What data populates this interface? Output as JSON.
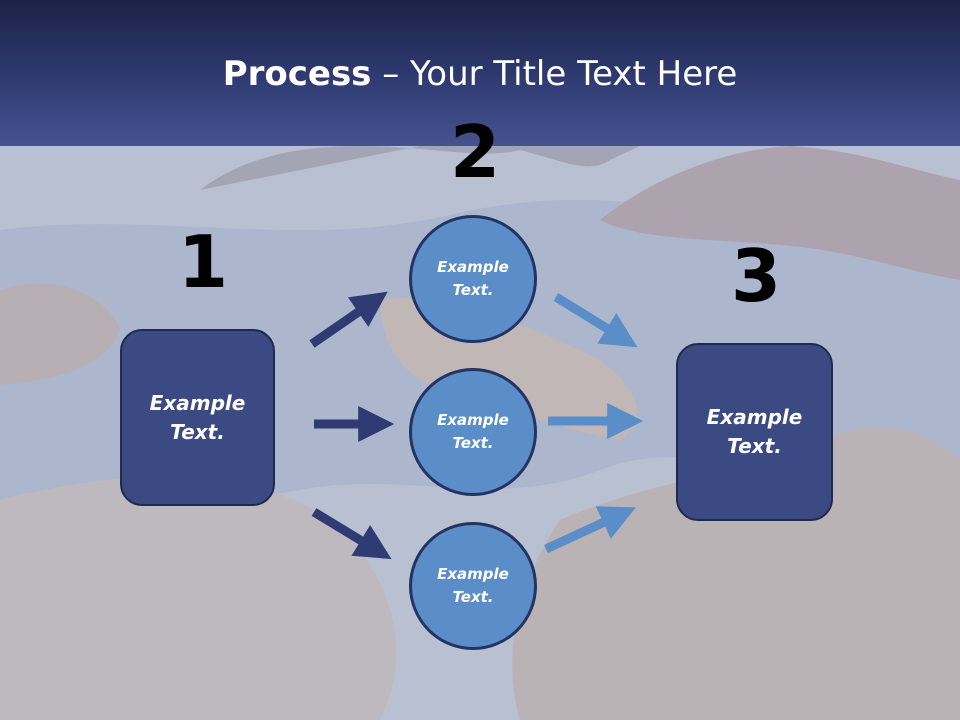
{
  "title": {
    "bold": "Process",
    "rest": " – Your Title Text Here"
  },
  "steps": {
    "one": "1",
    "two": "2",
    "three": "3"
  },
  "nodes": {
    "left_box": "Example Text.",
    "circle_top": "Example Text.",
    "circle_middle": "Example Text.",
    "circle_bottom": "Example Text.",
    "right_box": "Example Text."
  },
  "colors": {
    "header": "#2f3b72",
    "box_fill": "#3c4a83",
    "circle_fill": "#5b8ec8",
    "arrow_dark": "#2f3b72",
    "arrow_light": "#5b8ec8"
  }
}
